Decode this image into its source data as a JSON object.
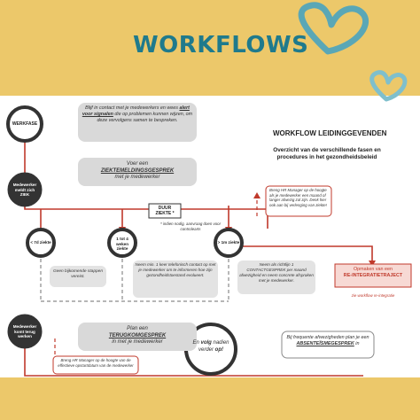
{
  "header": {
    "title": "WORKFLOWS"
  },
  "colors": {
    "band": "#ecc86a",
    "teal": "#1f7a8c",
    "red": "#c0392b",
    "grey_box": "#d9d9d9"
  },
  "right_panel": {
    "heading": "WORKFLOW LEIDINGGEVENDEN",
    "subtitle": "Overzicht van de verschillende fasen en procedures in het gezondheidsbeleid"
  },
  "nodes": {
    "werkfase": "WERKFASE",
    "werkfase_note_1": "Blijf in contact met je medewerkers en wees",
    "werkfase_note_bold": "alert voor signalen",
    "werkfase_note_2": "die op problemen kunnen wijzen, om deze vervolgens samen te bespreken.",
    "ziek": "Medewerker meldt zich ZIEK",
    "ziek_note_1": "Voer een",
    "ziek_note_bold": "ZIEKTEMELDINGSGESPREK",
    "ziek_note_2": "met je medewerker",
    "duur": "DUUR\nZIEKTE *",
    "duur_footnote": "* indien nodig, aanvraag doen voor controlearts",
    "hr_note": "Breng HR Manager op de hoogte als je medewerker een maand of langer afwezig zal zijn. Denk hier ook aan bij verlenging van ziekte!",
    "lt7": "< 7d ziekte",
    "w1to4": "1 tot 4 weken ziekte",
    "gt1m": "> 1m ziekte",
    "lt7_note": "Geen bijkomende stappen vereist.",
    "w1to4_note": "Neem min. 1 keer telefonisch contact op met je medewerker om te informeren hoe zijn gezondheidstoestand evolueert.",
    "gt1m_note": "Neem als richtlijn 1 CONTACTGESPREK per maand afwezigheid en neem concrete afspraken met je medewerker.",
    "reintegration_1": "Opmaken van een",
    "reintegration_2": "RE-INTEGRATIETRAJECT",
    "reintegration_link": "zie workflow re-integratie",
    "back": "Medewerker komt terug werken",
    "back_note_1": "Plan een",
    "back_note_bold": "TERUGKOMGESPREK",
    "back_note_2": "in met je medewerker",
    "back_hr_note": "Breng HR Manager op de hoogte van de effectieve opstartdatum van de medewerker",
    "followup_1": "En",
    "followup_bold": "volg",
    "followup_2": "nadien verder",
    "followup_3": "op!",
    "absence_1": "Bij frequente afwezigheden plan je een",
    "absence_bold": "ABSENTEÏSMEGESPREK",
    "absence_2": "in"
  }
}
